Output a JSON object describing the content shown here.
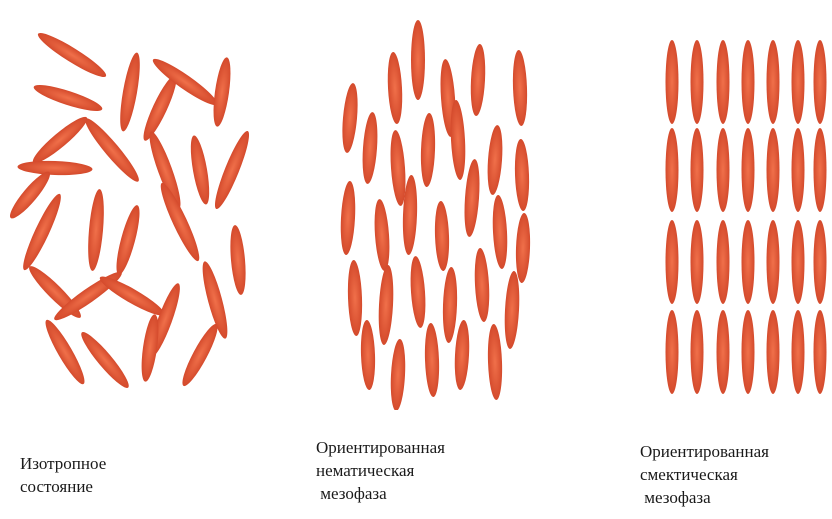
{
  "colors": {
    "molecule_center": "#f0704a",
    "molecule_edge": "#d44a2c"
  },
  "phases": [
    {
      "id": "isotropic",
      "caption_lines": [
        "Изотропное",
        "состояние"
      ]
    },
    {
      "id": "nematic",
      "caption_lines": [
        "Ориентированная",
        "нематическая",
        " мезофаза"
      ]
    },
    {
      "id": "smectic",
      "caption_lines": [
        "Ориентированная",
        "смектическая",
        " мезофаза"
      ]
    }
  ]
}
